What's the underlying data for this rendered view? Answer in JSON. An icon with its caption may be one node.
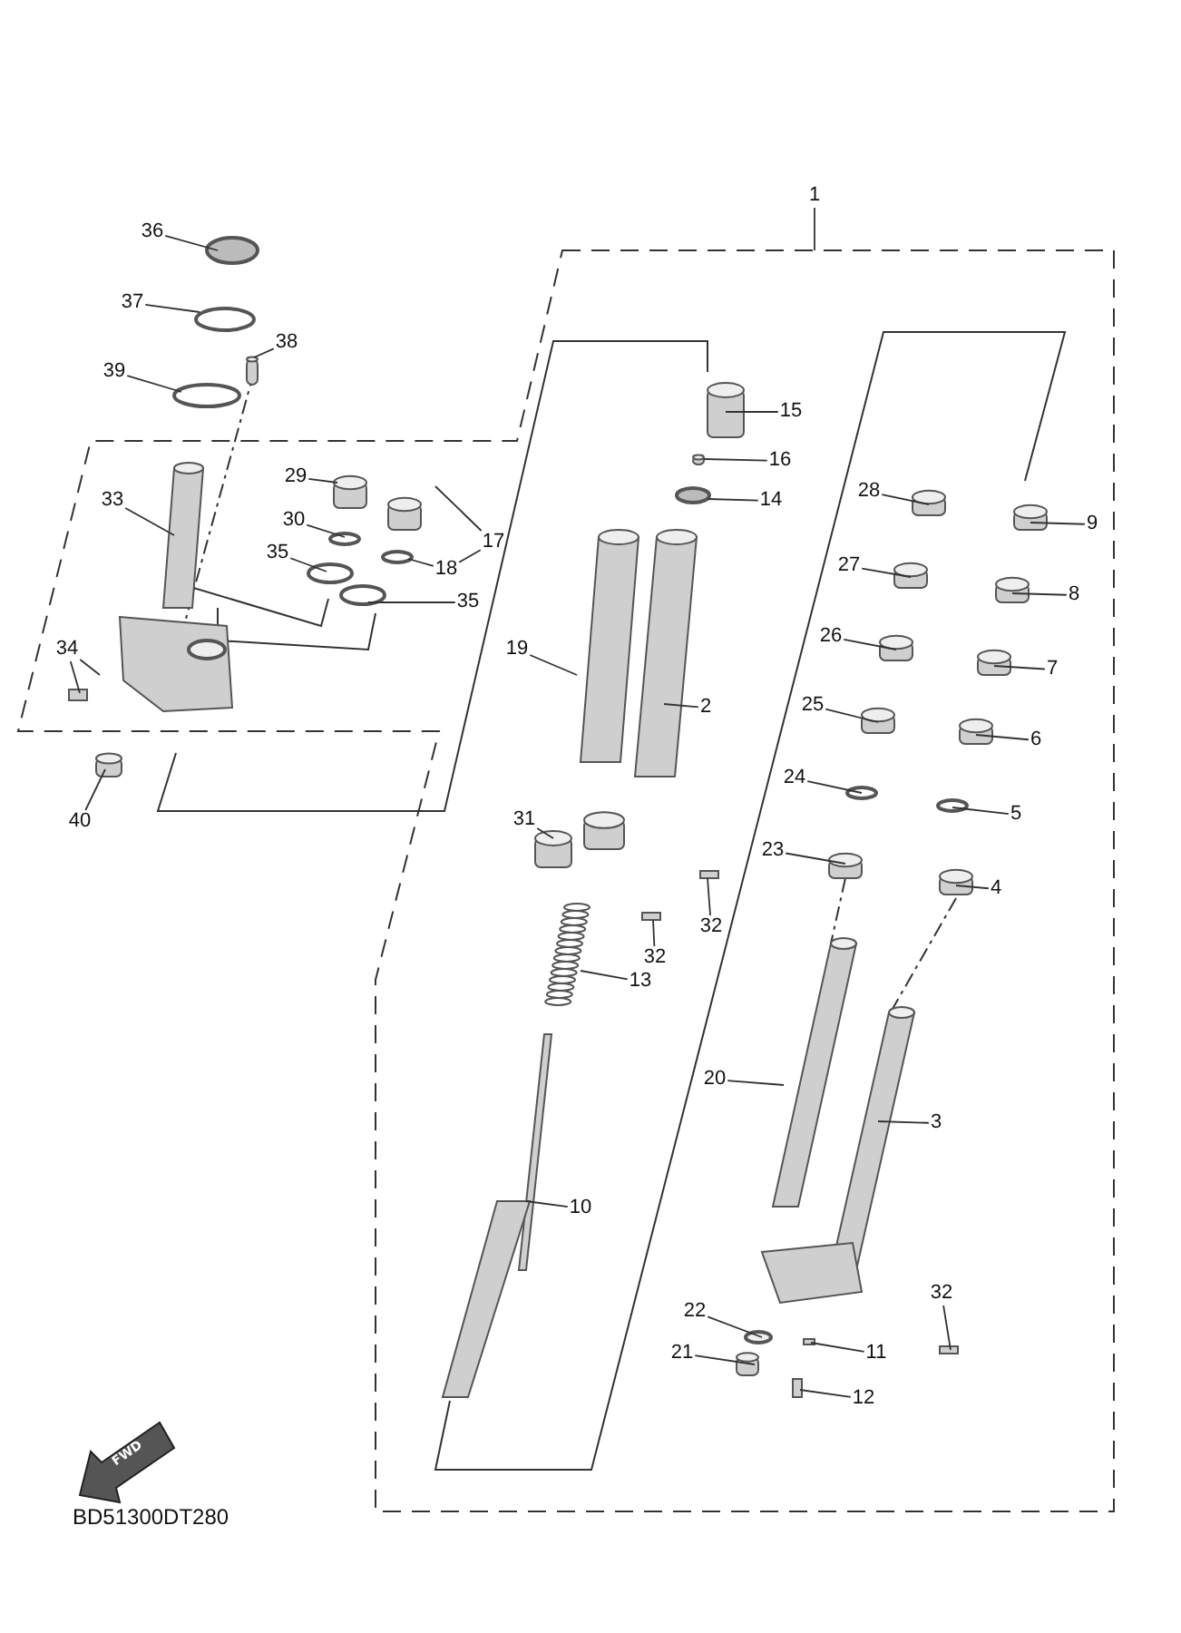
{
  "diagram": {
    "nodes": [
      {
        "text": [
          "1"
        ]
      },
      {
        "text": [
          "36"
        ]
      },
      {
        "text": [
          "37"
        ]
      },
      {
        "text": [
          "38"
        ]
      },
      {
        "text": [
          "39"
        ]
      },
      {
        "text": [
          "15"
        ]
      },
      {
        "text": [
          "16"
        ]
      },
      {
        "text": [
          "29"
        ]
      },
      {
        "text": [
          "28"
        ]
      },
      {
        "text": [
          "14"
        ]
      },
      {
        "text": [
          "33"
        ]
      },
      {
        "text": [
          "30"
        ]
      },
      {
        "text": [
          "9"
        ]
      },
      {
        "text": [
          "17"
        ]
      },
      {
        "text": [
          "35"
        ]
      },
      {
        "text": [
          "18"
        ]
      },
      {
        "text": [
          "27"
        ]
      },
      {
        "text": [
          "8"
        ]
      },
      {
        "text": [
          "35"
        ]
      },
      {
        "text": [
          "26"
        ]
      },
      {
        "text": [
          "19"
        ]
      },
      {
        "text": [
          "34"
        ]
      },
      {
        "text": [
          "7"
        ]
      },
      {
        "text": [
          "25"
        ]
      },
      {
        "text": [
          "2"
        ]
      },
      {
        "text": [
          "6"
        ]
      },
      {
        "text": [
          "24"
        ]
      },
      {
        "text": [
          "5"
        ]
      },
      {
        "text": [
          "31"
        ]
      },
      {
        "text": [
          "40"
        ]
      },
      {
        "text": [
          "23"
        ]
      },
      {
        "text": [
          "4"
        ]
      },
      {
        "text": [
          "32"
        ]
      },
      {
        "text": [
          "32"
        ]
      },
      {
        "text": [
          "13"
        ]
      },
      {
        "text": [
          "20"
        ]
      },
      {
        "text": [
          "3"
        ]
      },
      {
        "text": [
          "10"
        ]
      },
      {
        "text": [
          "32"
        ]
      },
      {
        "text": [
          "22"
        ]
      },
      {
        "text": [
          "11"
        ]
      },
      {
        "text": [
          "21"
        ]
      },
      {
        "text": [
          "12"
        ]
      }
    ],
    "edges": [
      {
        "from": 0,
        "to": null,
        "arrow": "none"
      },
      {
        "from": 1,
        "to": null,
        "arrow": "none"
      },
      {
        "from": 2,
        "to": null,
        "arrow": "none"
      },
      {
        "from": 3,
        "to": null,
        "arrow": "none"
      },
      {
        "from": 4,
        "to": null,
        "arrow": "none"
      },
      {
        "from": 5,
        "to": null,
        "arrow": "none"
      },
      {
        "from": 6,
        "to": null,
        "arrow": "none"
      },
      {
        "from": 7,
        "to": null,
        "arrow": "none"
      },
      {
        "from": 8,
        "to": null,
        "arrow": "none"
      },
      {
        "from": 9,
        "to": null,
        "arrow": "none"
      },
      {
        "from": 10,
        "to": null,
        "arrow": "none"
      },
      {
        "from": 11,
        "to": null,
        "arrow": "none"
      },
      {
        "from": 12,
        "to": null,
        "arrow": "none"
      },
      {
        "from": 13,
        "to": null,
        "arrow": "none"
      },
      {
        "from": 13,
        "to": 15,
        "arrow": "none"
      },
      {
        "from": 14,
        "to": null,
        "arrow": "none"
      },
      {
        "from": 15,
        "to": null,
        "arrow": "none"
      },
      {
        "from": 16,
        "to": null,
        "arrow": "none"
      },
      {
        "from": 17,
        "to": null,
        "arrow": "none"
      },
      {
        "from": 18,
        "to": null,
        "arrow": "none"
      },
      {
        "from": 19,
        "to": null,
        "arrow": "none"
      },
      {
        "from": 20,
        "to": null,
        "arrow": "none"
      },
      {
        "from": 21,
        "to": null,
        "arrow": "none"
      },
      {
        "from": 21,
        "to": null,
        "arrow": "none"
      },
      {
        "from": 22,
        "to": null,
        "arrow": "none"
      },
      {
        "from": 23,
        "to": null,
        "arrow": "none"
      },
      {
        "from": 24,
        "to": null,
        "arrow": "none"
      },
      {
        "from": 25,
        "to": null,
        "arrow": "none"
      },
      {
        "from": 26,
        "to": null,
        "arrow": "none"
      },
      {
        "from": 27,
        "to": null,
        "arrow": "none"
      },
      {
        "from": 28,
        "to": null,
        "arrow": "none"
      },
      {
        "from": 29,
        "to": null,
        "arrow": "none"
      },
      {
        "from": 30,
        "to": null,
        "arrow": "none"
      },
      {
        "from": 31,
        "to": null,
        "arrow": "none"
      },
      {
        "from": 32,
        "to": null,
        "arrow": "none"
      },
      {
        "from": 33,
        "to": null,
        "arrow": "none"
      },
      {
        "from": 34,
        "to": null,
        "arrow": "none"
      },
      {
        "from": 35,
        "to": null,
        "arrow": "none"
      },
      {
        "from": 36,
        "to": null,
        "arrow": "none"
      },
      {
        "from": 37,
        "to": null,
        "arrow": "none"
      },
      {
        "from": 38,
        "to": null,
        "arrow": "none"
      },
      {
        "from": 39,
        "to": null,
        "arrow": "none"
      },
      {
        "from": 40,
        "to": null,
        "arrow": "none"
      },
      {
        "from": 41,
        "to": null,
        "arrow": "none"
      },
      {
        "from": 42,
        "to": null,
        "arrow": "none"
      }
    ],
    "labels": [
      "FWD",
      "BD51300DT280"
    ]
  }
}
